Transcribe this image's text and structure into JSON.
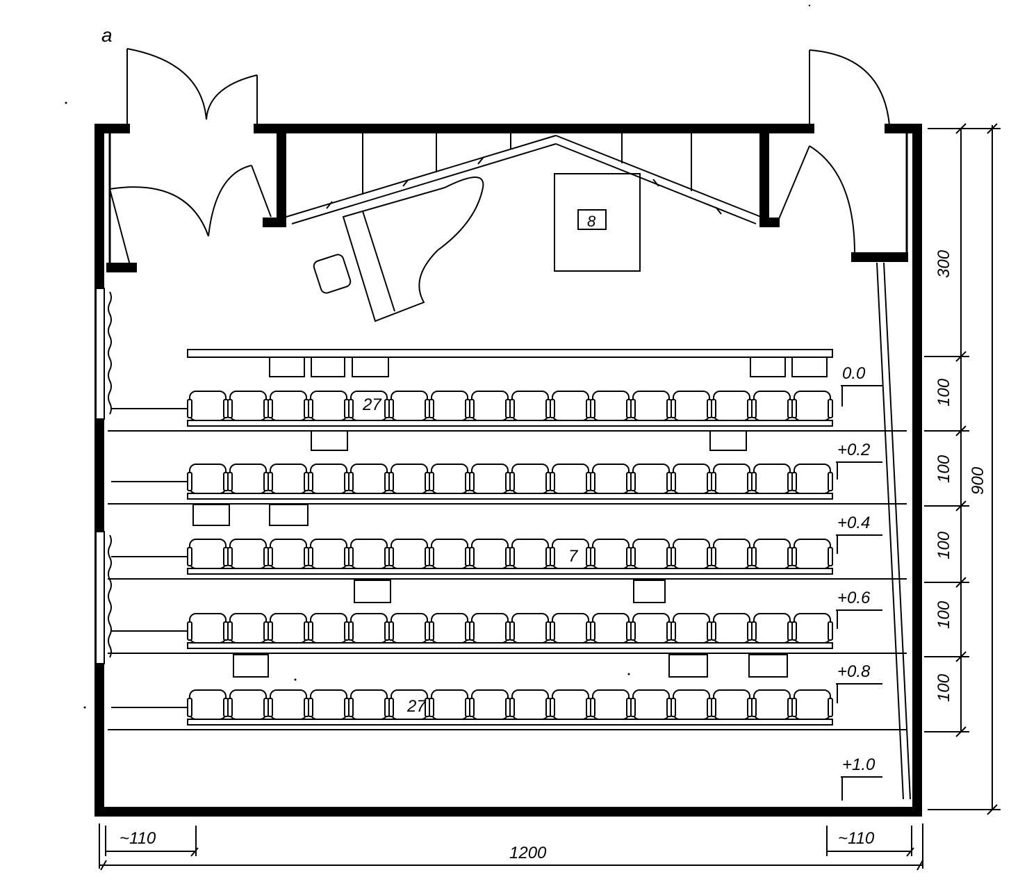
{
  "figure_label": "a",
  "stage_equipment_label": "8",
  "seat_numbers": {
    "row1": "27",
    "row3": "7",
    "row5": "27"
  },
  "elevations": [
    "0.0",
    "+0.2",
    "+0.4",
    "+0.6",
    "+0.8",
    "+1.0"
  ],
  "dimensions": {
    "right_segments": [
      "300",
      "100",
      "100",
      "100",
      "100",
      "100"
    ],
    "right_total": "900",
    "bottom_left": "~110",
    "bottom_right": "~110",
    "bottom_total": "1200"
  },
  "rows": [
    {
      "seats": 16
    },
    {
      "seats": 16
    },
    {
      "seats": 16
    },
    {
      "seats": 16
    },
    {
      "seats": 16
    }
  ],
  "colors": {
    "line": "#000000",
    "background": "#ffffff"
  }
}
